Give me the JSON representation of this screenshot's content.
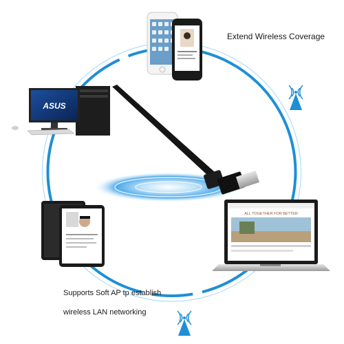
{
  "captions": {
    "extend_coverage": "Extend Wireless Coverage",
    "soft_ap_line1": "Supports Soft AP tp establish",
    "soft_ap_line2": "wireless LAN networking"
  },
  "monitor_brand": "ASUS",
  "laptop_screen_heading": "ALL TOGETHER FOR BETTER",
  "colors": {
    "ring": "#1e8fd6",
    "ring_light": "#7cc6ef",
    "glow": "#4aa8ea",
    "antenna": "#151515",
    "signal_icon": "#1e8fd6"
  },
  "icons": [
    "wifi-signal-icon",
    "usb-adapter-icon",
    "desktop-computer-icon",
    "phone-icon",
    "tablet-icon",
    "laptop-icon"
  ]
}
